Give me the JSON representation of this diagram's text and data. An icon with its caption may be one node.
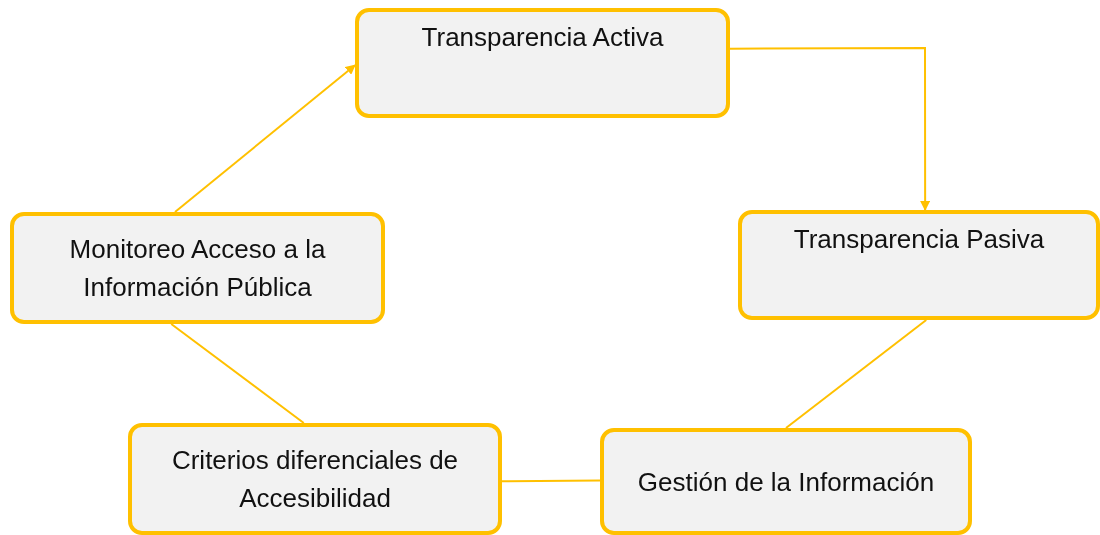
{
  "diagram": {
    "nodes": [
      {
        "text": [
          "Transparencia Activa"
        ]
      },
      {
        "text": [
          "Transparencia Pasiva"
        ]
      },
      {
        "text": [
          "Gestión de la Información"
        ]
      },
      {
        "text": [
          "Criterios diferenciales de Accesibilidad"
        ]
      },
      {
        "text": [
          "Monitoreo Acceso a la Información Pública"
        ]
      }
    ],
    "edges": [
      {
        "from": 0,
        "to": 1,
        "arrow": "to"
      },
      {
        "from": 1,
        "to": 2,
        "arrow": "none"
      },
      {
        "from": 2,
        "to": 3,
        "arrow": "none"
      },
      {
        "from": 3,
        "to": 4,
        "arrow": "none"
      },
      {
        "from": 4,
        "to": 0,
        "arrow": "to"
      }
    ]
  }
}
